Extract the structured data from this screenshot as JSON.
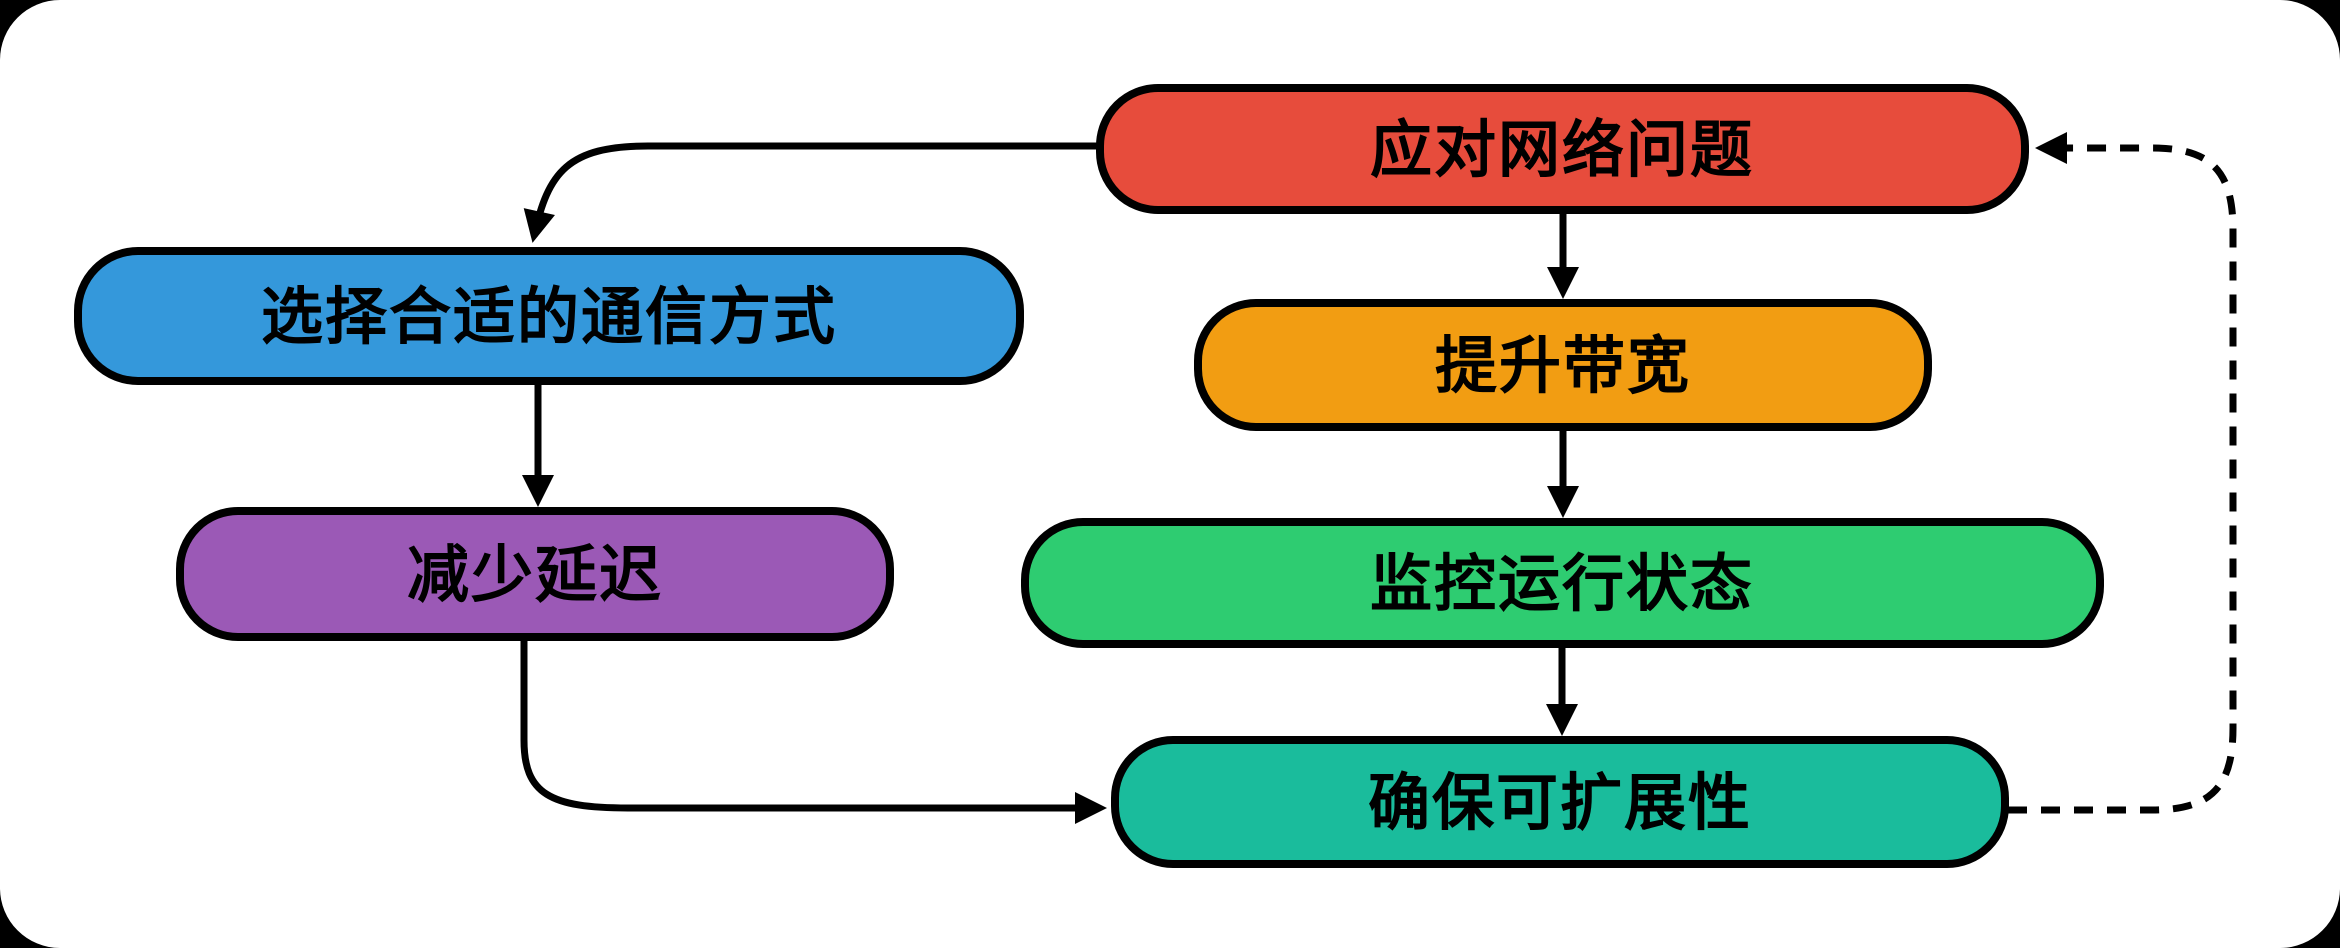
{
  "diagram": {
    "type": "flowchart",
    "canvas_background": "#ffffff",
    "page_background": "#000000",
    "stroke_color": "#000000",
    "nodes": [
      {
        "id": "A",
        "label": "应对网络问题",
        "color": "#e74c3c"
      },
      {
        "id": "B",
        "label": "选择合适的通信方式",
        "color": "#3498db"
      },
      {
        "id": "C",
        "label": "提升带宽",
        "color": "#f29d12"
      },
      {
        "id": "D",
        "label": "减少延迟",
        "color": "#9b59b6"
      },
      {
        "id": "E",
        "label": "监控运行状态",
        "color": "#2ecc71"
      },
      {
        "id": "F",
        "label": "确保可扩展性",
        "color": "#1abc9c"
      }
    ],
    "edges": [
      {
        "from": "A",
        "to": "B",
        "style": "solid"
      },
      {
        "from": "A",
        "to": "C",
        "style": "solid"
      },
      {
        "from": "B",
        "to": "D",
        "style": "solid"
      },
      {
        "from": "C",
        "to": "E",
        "style": "solid"
      },
      {
        "from": "E",
        "to": "F",
        "style": "solid"
      },
      {
        "from": "D",
        "to": "F",
        "style": "solid"
      },
      {
        "from": "F",
        "to": "A",
        "style": "dashed"
      }
    ]
  }
}
